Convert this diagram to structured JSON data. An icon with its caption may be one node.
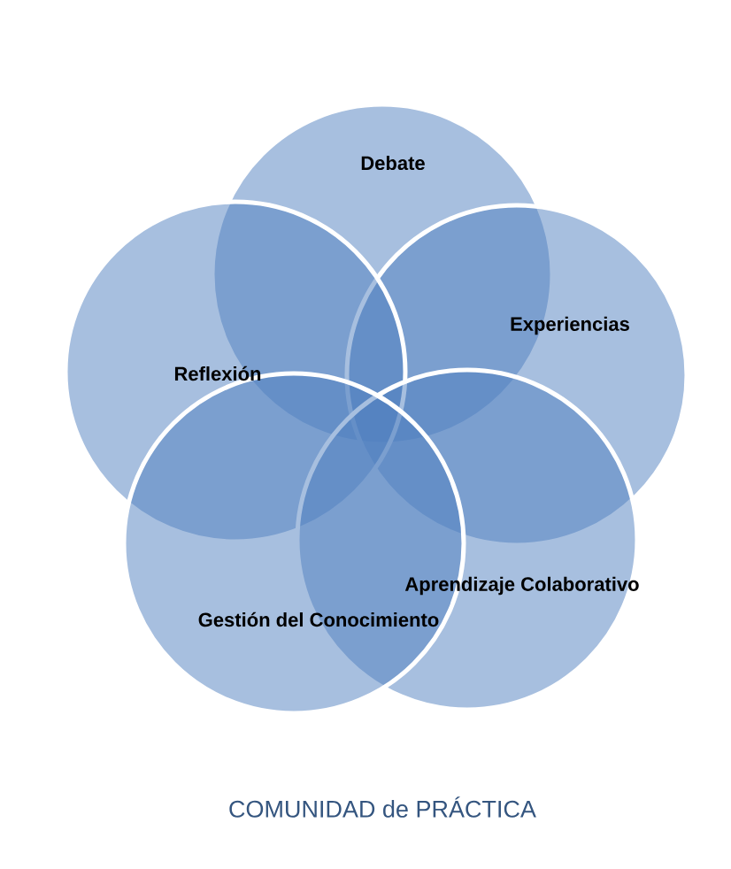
{
  "diagram": {
    "title": "COMUNIDAD de PRÁCTICA",
    "nodes": [
      {
        "text": [
          "Debate"
        ]
      },
      {
        "text": [
          "Experiencias"
        ]
      },
      {
        "text": [
          "Reflexión"
        ]
      },
      {
        "text": [
          "Aprendizaje Colaborativo"
        ]
      },
      {
        "text": [
          "Gestión del Conocimiento"
        ]
      }
    ]
  }
}
